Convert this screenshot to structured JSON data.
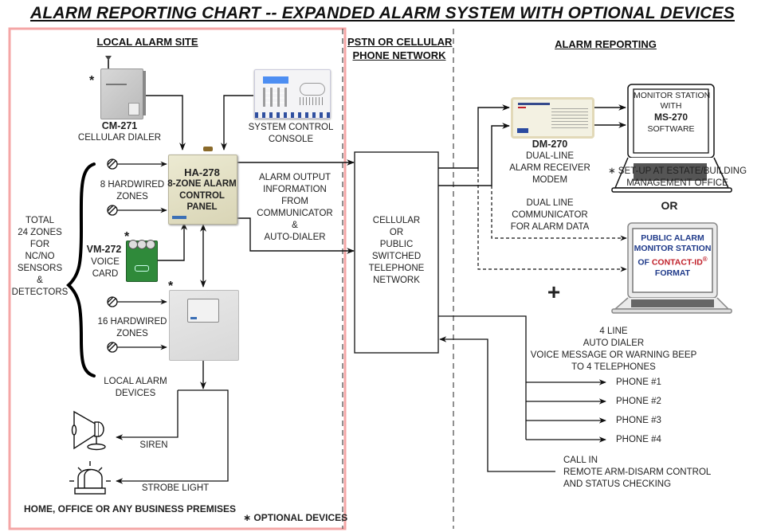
{
  "title": "ALARM REPORTING CHART -- EXPANDED ALARM SYSTEM WITH OPTIONAL DEVICES",
  "colors": {
    "local_site_border": "#f4a6a6",
    "panel_beige": "#e6e2c8",
    "expander_grey": "#e1e1e1",
    "voice_card_green": "#2f8a3a",
    "public_station_blue": "#1f3a8a",
    "contact_id_red": "#c0202a"
  },
  "sections": {
    "local": "LOCAL ALARM SITE",
    "network": [
      "PSTN OR CELLULAR",
      "PHONE NETWORK"
    ],
    "reporting": "ALARM REPORTING"
  },
  "local_site": {
    "cellular_dialer": {
      "model": "CM-271",
      "desc": "CELLULAR DIALER",
      "optional": "*"
    },
    "console": {
      "desc": [
        "SYSTEM CONTROL",
        "CONSOLE"
      ]
    },
    "control_panel": {
      "model": "HA-278",
      "lines": [
        "8-ZONE ALARM",
        "CONTROL",
        "PANEL"
      ]
    },
    "zones_8": [
      "8 HARDWIRED",
      "ZONES"
    ],
    "zones_16": [
      "16 HARDWIRED",
      "ZONES"
    ],
    "total_zones": [
      "TOTAL",
      "24 ZONES",
      "FOR",
      "NC/NO",
      "SENSORS",
      "&",
      "DETECTORS"
    ],
    "voice_card": {
      "model": "VM-272",
      "lines": [
        "VOICE",
        "CARD"
      ],
      "optional": "*"
    },
    "expander_optional": "*",
    "alarm_output": [
      "ALARM OUTPUT",
      "INFORMATION",
      "FROM",
      "COMMUNICATOR",
      "&",
      "AUTO-DIALER"
    ],
    "local_devices": [
      "LOCAL ALARM",
      "DEVICES"
    ],
    "siren": "SIREN",
    "strobe": "STROBE LIGHT",
    "premises": "HOME, OFFICE OR ANY BUSINESS PREMISES",
    "optional_note": "∗ OPTIONAL DEVICES"
  },
  "network": {
    "box": [
      "CELLULAR",
      "OR",
      "PUBLIC",
      "SWITCHED",
      "TELEPHONE",
      "NETWORK"
    ]
  },
  "reporting": {
    "receiver": {
      "model": "DM-270",
      "lines": [
        "DUAL-LINE",
        "ALARM RECEIVER",
        "MODEM"
      ]
    },
    "monitor_station": {
      "lines": [
        "MONITOR STATION",
        "WITH"
      ],
      "model": "MS-270",
      "sub": "SOFTWARE"
    },
    "setup_note": [
      "∗ SET-UP AT ESTATE/BUILDING",
      "MANAGEMENT OFFICE"
    ],
    "or": "OR",
    "dual_line": [
      "DUAL LINE",
      "COMMUNICATOR",
      "FOR ALARM DATA"
    ],
    "public_station": {
      "line1": "PUBLIC ALARM",
      "line2": "MONITOR STATION",
      "line3_prefix": "OF ",
      "line3_brand": "CONTACT-ID",
      "reg": "®",
      "line4": "FORMAT"
    },
    "plus": "+",
    "auto_dialer": [
      "4 LINE",
      "AUTO DIALER",
      "VOICE MESSAGE OR WARNING BEEP",
      "TO 4 TELEPHONES"
    ],
    "phones": [
      "PHONE #1",
      "PHONE #2",
      "PHONE #3",
      "PHONE #4"
    ],
    "call_in": [
      "CALL IN",
      "REMOTE ARM-DISARM CONTROL",
      "AND STATUS CHECKING"
    ]
  }
}
